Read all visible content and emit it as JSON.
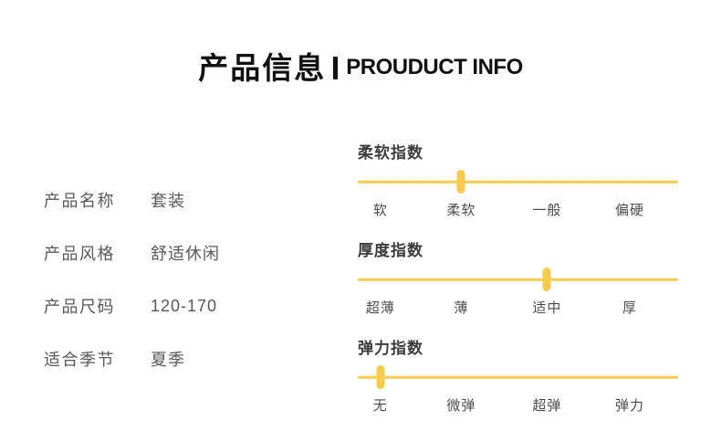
{
  "header": {
    "title_zh": "产品信息",
    "title_divider": "vertical-bar",
    "title_en": "PROUDUCT INFO"
  },
  "attributes": [
    {
      "label": "产品名称",
      "value": "套装"
    },
    {
      "label": "产品风格",
      "value": "舒适休闲"
    },
    {
      "label": "产品尺码",
      "value": "120-170"
    },
    {
      "label": "适合季节",
      "value": "夏季"
    }
  ],
  "indices": [
    {
      "id": "softness",
      "title": "柔软指数",
      "labels": [
        "软",
        "柔软",
        "一般",
        "偏硬"
      ],
      "active_index": 1,
      "active_label": "柔软"
    },
    {
      "id": "thickness",
      "title": "厚度指数",
      "labels": [
        "超薄",
        "薄",
        "适中",
        "厚"
      ],
      "active_index": 2,
      "active_label": "适中"
    },
    {
      "id": "elasticity",
      "title": "弹力指数",
      "labels": [
        "无",
        "微弹",
        "超弹",
        "弹力"
      ],
      "active_index": 0,
      "active_label": "无"
    }
  ],
  "colors": {
    "accent": "#F6CB4E",
    "title": "#111111",
    "body_text": "#595959",
    "index_title": "#3C3C3C",
    "scale_text": "#4D4D4D",
    "background": "#FFFFFF"
  }
}
